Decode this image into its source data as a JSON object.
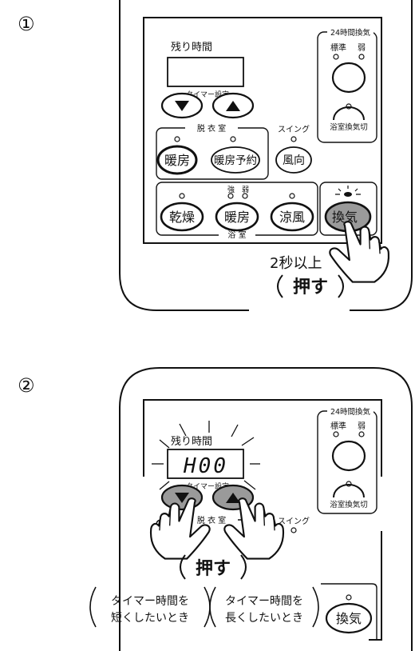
{
  "step_labels": {
    "step1": "①",
    "step2": "②"
  },
  "panel": {
    "remaining_time_label": "残り時間",
    "timer_setting_label": "タイマー設定",
    "down_arrow": "▼",
    "up_arrow": "▲",
    "dressing_room_label": "脱 衣 室",
    "swing_label": "スイング",
    "ventilation_24h_label": "24時間換気",
    "standard_label": "標準",
    "weak_label": "弱",
    "bath_vent_off_label": "浴室換気切",
    "strong_label": "強",
    "bathroom_label": "浴 室",
    "buttons": {
      "heating_dressing": "暖房",
      "heating_reserve": "暖房予約",
      "wind_direction": "風向",
      "dry": "乾燥",
      "heating_bath": "暖房",
      "cool_wind": "涼風",
      "ventilation": "換気"
    },
    "display_value": "H00"
  },
  "step1": {
    "hold_text": "2秒以上",
    "press_text": "押す"
  },
  "step2": {
    "press_text": "押す",
    "shorten_text_line1": "タイマー時間を",
    "shorten_text_line2": "短くしたいとき",
    "lengthen_text_line1": "タイマー時間を",
    "lengthen_text_line2": "長くしたいとき"
  }
}
